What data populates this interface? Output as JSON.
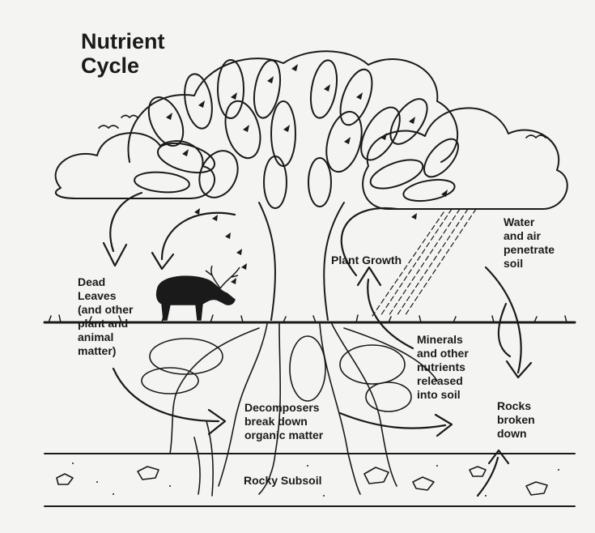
{
  "title": "Nutrient\nCycle",
  "labels": {
    "dead_leaves": "Dead\nLeaves\n(and other\nplant and\nanimal\nmatter)",
    "plant_growth": "Plant Growth",
    "water_air": "Water\nand air\npenetrate\nsoil",
    "minerals": "Minerals\nand other\nnutrients\nreleased\ninto soil",
    "decomposers": "Decomposers\nbreak down\norganic matter",
    "rocks": "Rocks\nbroken\ndown",
    "subsoil": "Rocky Subsoil"
  },
  "colors": {
    "ink": "#1a1a1a",
    "paper": "#f4f4f2"
  },
  "icons": [
    "tree-illustration",
    "deer-icon",
    "cloud-icon",
    "rain-icon",
    "bird-icon",
    "rock-icon",
    "cycle-arrow-icon"
  ]
}
